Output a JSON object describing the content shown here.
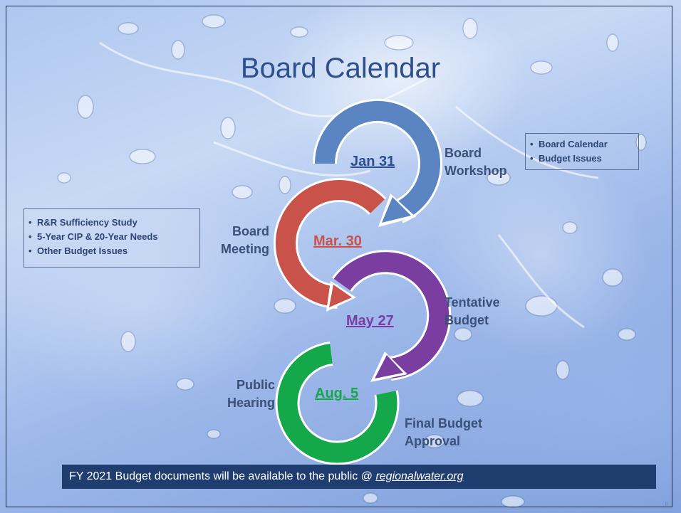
{
  "slide": {
    "title": "Board Calendar",
    "events": [
      {
        "date": "Jan 31",
        "label_line1": "Board",
        "label_line2": "Workshop",
        "color": "#5b85c2"
      },
      {
        "date": "Mar. 30",
        "label_line1": "Board",
        "label_line2": "Meeting",
        "color": "#c9524a"
      },
      {
        "date": "May 27",
        "label_line1": "Tentative",
        "label_line2": "Budget",
        "color": "#7a3ea1"
      },
      {
        "date": "Aug. 5",
        "label_line1": "Public",
        "label_line2": "Hearing",
        "color": "#14a84a"
      }
    ],
    "final_label_line1": "Final Budget",
    "final_label_line2": "Approval",
    "right_box": {
      "items": [
        "Board Calendar",
        "Budget Issues"
      ]
    },
    "left_box": {
      "items": [
        "R&R Sufficiency Study",
        "5-Year CIP & 20-Year Needs",
        "Other Budget Issues"
      ]
    },
    "banner": {
      "text": "FY 2021 Budget documents will be available to the public @ ",
      "link": "regionalwater.org"
    },
    "page_number": "6"
  }
}
